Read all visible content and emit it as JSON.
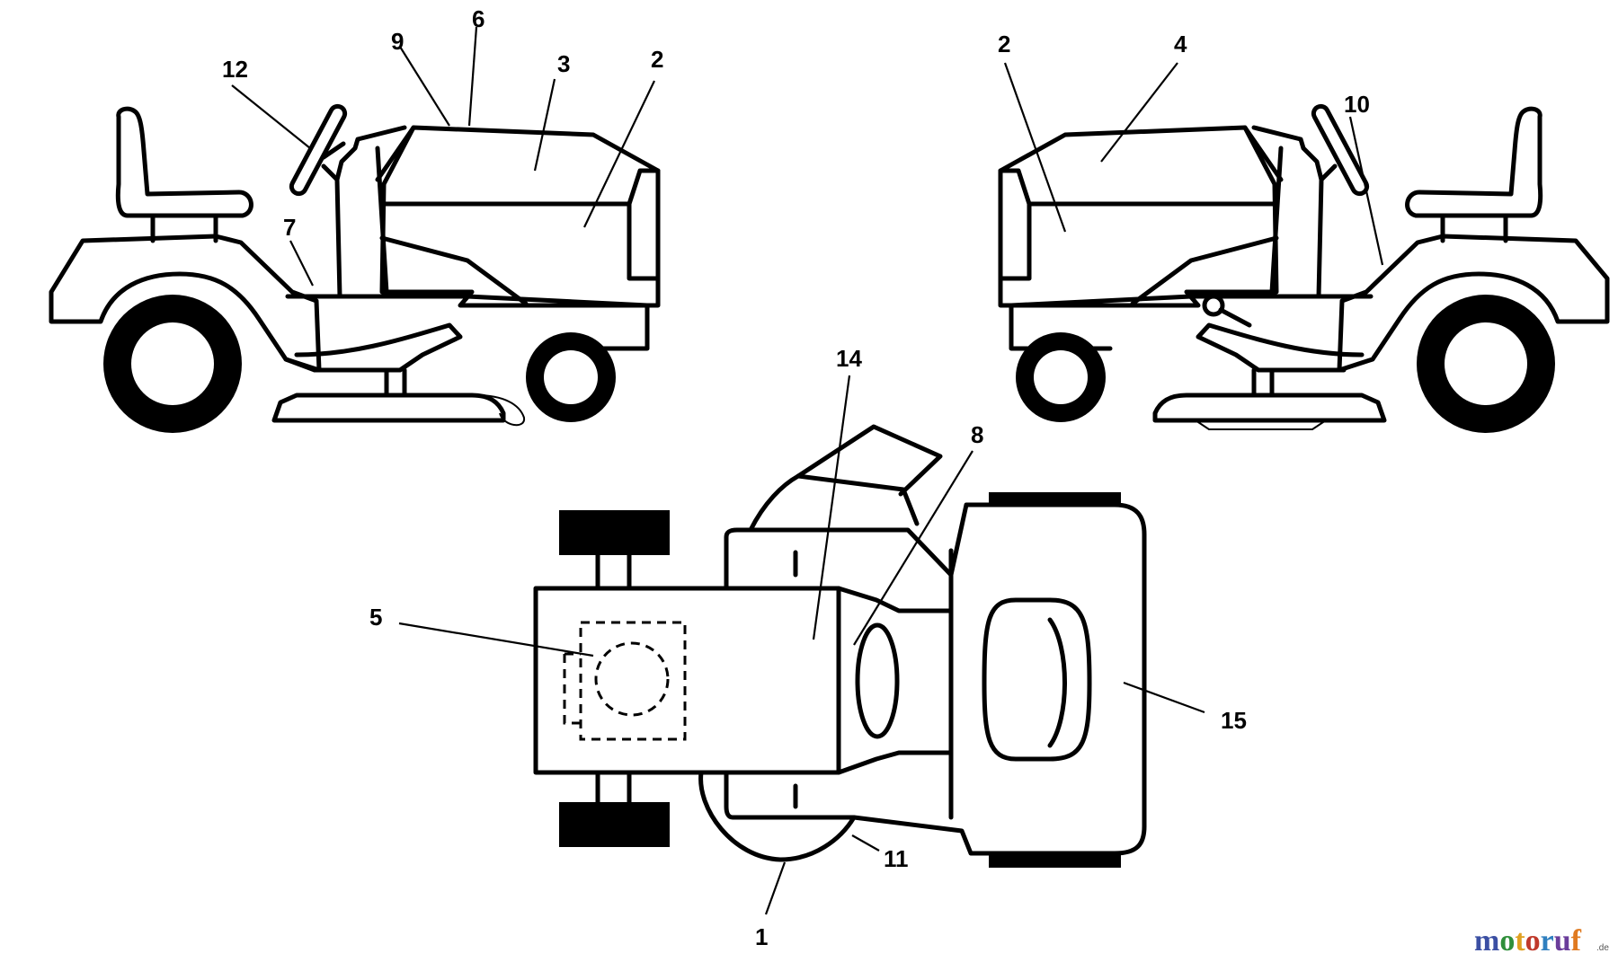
{
  "diagram": {
    "callouts": {
      "c1": "1",
      "c2_left": "2",
      "c2_right": "2",
      "c3": "3",
      "c4": "4",
      "c5": "5",
      "c6": "6",
      "c7": "7",
      "c8": "8",
      "c9": "9",
      "c10": "10",
      "c11": "11",
      "c12": "12",
      "c14": "14",
      "c15": "15"
    }
  },
  "watermark": {
    "letters": [
      "m",
      "o",
      "t",
      "o",
      "r",
      "u",
      "f"
    ],
    "letter_colors": [
      "#3b4fa3",
      "#2f8f3a",
      "#e0a020",
      "#c0392b",
      "#2f7fbf",
      "#6a3d9a",
      "#e07a20"
    ],
    "suffix": ".de"
  }
}
